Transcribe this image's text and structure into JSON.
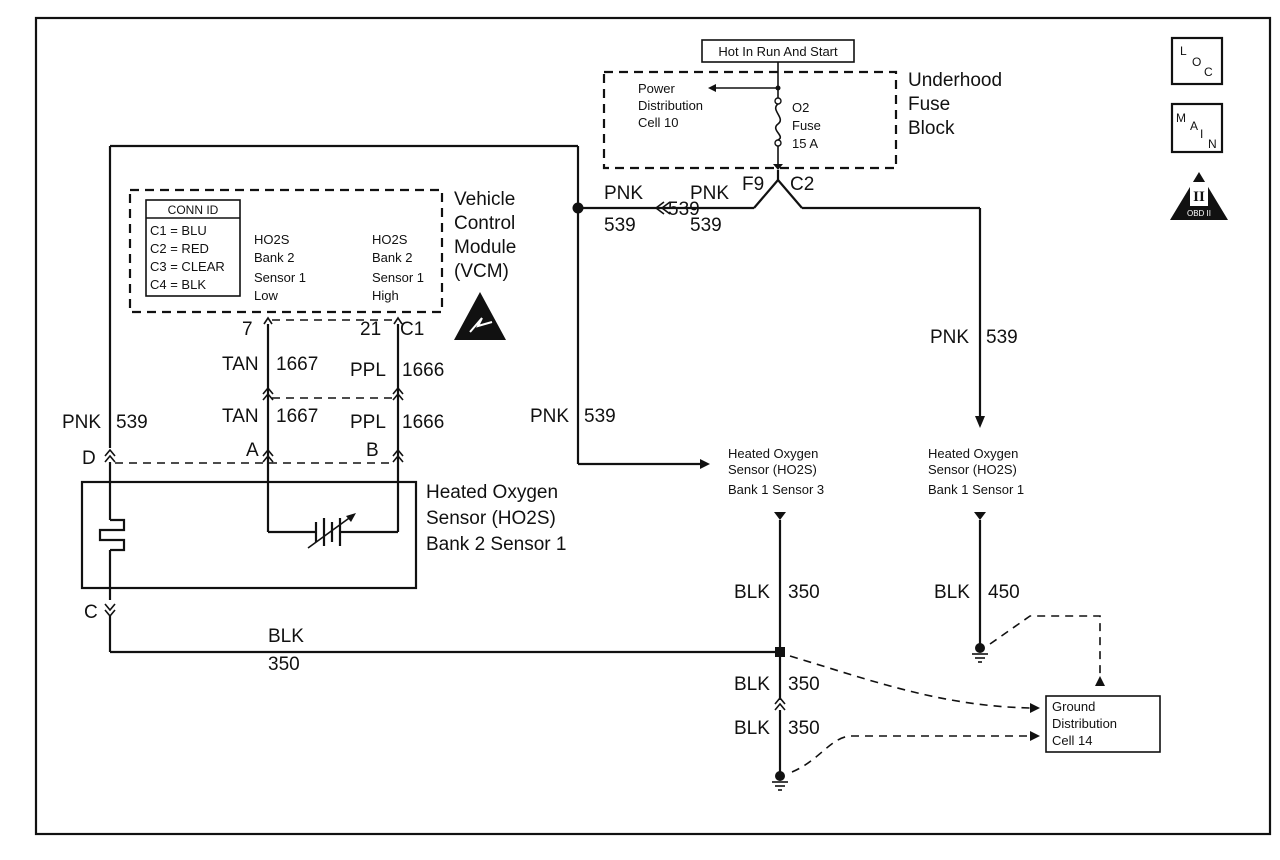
{
  "hot_label": "Hot In Run And Start",
  "underhood": [
    "Underhood",
    "Fuse",
    "Block"
  ],
  "power_dist": [
    "Power",
    "Distribution",
    "Cell 10"
  ],
  "fuse": [
    "O2",
    "Fuse",
    "15 A"
  ],
  "f9": "F9",
  "c2": "C2",
  "vcm": [
    "Vehicle",
    "Control",
    "Module",
    "(VCM)"
  ],
  "conn": {
    "title": "CONN ID",
    "rows": [
      "C1 = BLU",
      "C2 = RED",
      "C3 = CLEAR",
      "C4 = BLK"
    ]
  },
  "vcm_low": [
    "HO2S",
    "Bank 2",
    "Sensor 1",
    "Low"
  ],
  "vcm_high": [
    "HO2S",
    "Bank 2",
    "Sensor 1",
    "High"
  ],
  "pins": {
    "p7": "7",
    "p21": "21",
    "c1": "C1",
    "a": "A",
    "b": "B",
    "d": "D",
    "c": "C"
  },
  "wires": {
    "pnk": "PNK",
    "n539": "539",
    "tan": "TAN",
    "n1667": "1667",
    "ppl": "PPL",
    "n1666": "1666",
    "blk": "BLK",
    "n350": "350",
    "n450": "450"
  },
  "sensor_b2s1": [
    "Heated Oxygen",
    "Sensor (HO2S)",
    "Bank 2 Sensor 1"
  ],
  "sensor_b1s3": [
    "Heated Oxygen",
    "Sensor (HO2S)",
    "Bank 1 Sensor 3"
  ],
  "sensor_b1s1": [
    "Heated Oxygen",
    "Sensor (HO2S)",
    "Bank 1 Sensor 1"
  ],
  "ground": [
    "Ground",
    "Distribution",
    "Cell 14"
  ],
  "icons": {
    "loc": [
      "L",
      "O",
      "C"
    ],
    "main": [
      "M",
      "A",
      "I",
      "N"
    ],
    "obd": [
      "II",
      "OBD II"
    ]
  }
}
